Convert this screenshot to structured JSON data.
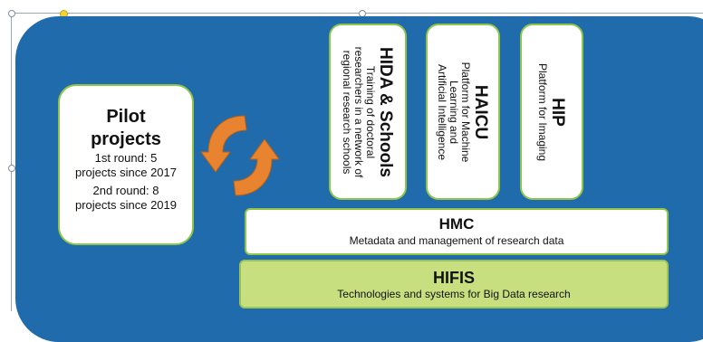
{
  "pilot": {
    "title_line1": "Pilot",
    "title_line2": "projects",
    "round1_line1": "1st round: 5",
    "round1_line2": "projects since 2017",
    "round2_line1": "2nd round: 8",
    "round2_line2": "projects since 2019"
  },
  "hida": {
    "title": "HIDA & Schools",
    "lines": [
      "Training of doctoral",
      "researchers in a network of",
      "regional research schools"
    ]
  },
  "haicu": {
    "title": "HAICU",
    "lines": [
      "Platform for Machine",
      "Learning and",
      "Artificial Intelligence"
    ]
  },
  "hip": {
    "title": "HIP",
    "lines": [
      "Platform for Imaging"
    ]
  },
  "hmc": {
    "title": "HMC",
    "subtitle": "Metadata and management of research data"
  },
  "hifis": {
    "title": "HIFIS",
    "subtitle": "Technologies and systems for Big Data research"
  },
  "colors": {
    "panel": "#1f6bab",
    "box_border": "#8dc44a",
    "hifis_fill": "#c8df80",
    "arrow": "#e8842f"
  },
  "icons": {
    "cycle": "cycle-arrows-icon"
  }
}
